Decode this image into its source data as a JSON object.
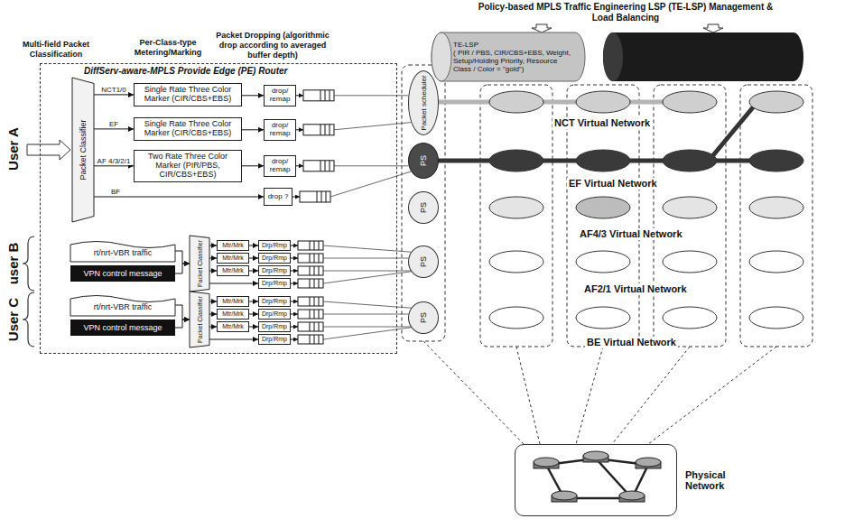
{
  "diagram": {
    "nodes": [
      {
        "text": [
          "DiffServ-aware-MPLS Provide Edge (PE) Router"
        ]
      },
      {
        "text": [
          "Packet Classifier"
        ],
        "in": 0
      },
      {
        "text": [
          "Single Rate Three Color Marker (CIR/CBS+EBS)"
        ],
        "in": 0
      },
      {
        "text": [
          "Single Rate Three Color Marker (CIR/CBS+EBS)"
        ],
        "in": 0
      },
      {
        "text": [
          "Two Rate Three Color Marker (PIR/PBS, CIR/CBS+EBS)"
        ],
        "in": 0
      },
      {
        "text": [
          "drop/ remap"
        ],
        "in": 0
      },
      {
        "text": [
          "drop/ remap"
        ],
        "in": 0
      },
      {
        "text": [
          "drop/ remap"
        ],
        "in": 0
      },
      {
        "text": [
          "drop ?"
        ],
        "in": 0
      },
      {
        "text": [
          "rt/nrt-VBR traffic"
        ],
        "in": 0
      },
      {
        "text": [
          "VPN control message"
        ],
        "in": 0
      },
      {
        "text": [
          "Packet Classifier"
        ],
        "in": 0
      },
      {
        "text": [
          "Mtr/Mrk"
        ],
        "in": 0
      },
      {
        "text": [
          "Mtr/Mrk"
        ],
        "in": 0
      },
      {
        "text": [
          "Mtr/Mrk"
        ],
        "in": 0
      },
      {
        "text": [
          "Drp/Rmp"
        ],
        "in": 0
      },
      {
        "text": [
          "Drp/Rmp"
        ],
        "in": 0
      },
      {
        "text": [
          "Drp/Rmp"
        ],
        "in": 0
      },
      {
        "text": [
          "Drp/Rmp"
        ],
        "in": 0
      },
      {
        "text": [
          "rt/nrt-VBR traffic"
        ],
        "in": 0
      },
      {
        "text": [
          "VPN control message"
        ],
        "in": 0
      },
      {
        "text": [
          "Packet Classifier"
        ],
        "in": 0
      },
      {
        "text": [
          "Mtr/Mrk"
        ],
        "in": 0
      },
      {
        "text": [
          "Mtr/Mrk"
        ],
        "in": 0
      },
      {
        "text": [
          "Mtr/Mrk"
        ],
        "in": 0
      },
      {
        "text": [
          "Drp/Rmp"
        ],
        "in": 0
      },
      {
        "text": [
          "Drp/Rmp"
        ],
        "in": 0
      },
      {
        "text": [
          "Drp/Rmp"
        ],
        "in": 0
      },
      {
        "text": [
          "Drp/Rmp"
        ],
        "in": 0
      },
      {
        "text": [
          "Packet scheduler"
        ]
      },
      {
        "text": [
          "PS"
        ]
      },
      {
        "text": [
          "PS"
        ]
      },
      {
        "text": [
          "PS"
        ]
      },
      {
        "text": [
          "PS"
        ]
      },
      {
        "text": [
          "TE-LSP",
          "( PIR / PBS, CIR/CBS+EBS, Weight, Setup/Holding Priority, Resource Class / Color = \"gold\")"
        ]
      },
      {
        "text": [
          "Physical Network"
        ]
      }
    ],
    "edges": [
      {
        "from": 1,
        "to": 2,
        "arrow": "to",
        "label": "NCT1/0"
      },
      {
        "from": 1,
        "to": 3,
        "arrow": "to",
        "label": "EF"
      },
      {
        "from": 1,
        "to": 4,
        "arrow": "to",
        "label": "AF 4/3/2/1"
      },
      {
        "from": 1,
        "to": 8,
        "arrow": "to",
        "label": "BF"
      },
      {
        "from": 2,
        "to": 5,
        "arrow": "to"
      },
      {
        "from": 3,
        "to": 6,
        "arrow": "to"
      },
      {
        "from": 4,
        "to": 7,
        "arrow": "to"
      },
      {
        "from": 9,
        "to": 11,
        "arrow": "to"
      },
      {
        "from": 10,
        "to": 11,
        "arrow": "to"
      },
      {
        "from": 11,
        "to": 12,
        "arrow": "to"
      },
      {
        "from": 11,
        "to": 13,
        "arrow": "to"
      },
      {
        "from": 11,
        "to": 14,
        "arrow": "to"
      },
      {
        "from": 11,
        "to": 18,
        "arrow": "to"
      },
      {
        "from": 12,
        "to": 15,
        "arrow": "to"
      },
      {
        "from": 13,
        "to": 16,
        "arrow": "to"
      },
      {
        "from": 14,
        "to": 17,
        "arrow": "to"
      },
      {
        "from": 19,
        "to": 21,
        "arrow": "to"
      },
      {
        "from": 20,
        "to": 21,
        "arrow": "to"
      },
      {
        "from": 21,
        "to": 22,
        "arrow": "to"
      },
      {
        "from": 21,
        "to": 23,
        "arrow": "to"
      },
      {
        "from": 21,
        "to": 24,
        "arrow": "to"
      },
      {
        "from": 21,
        "to": 28,
        "arrow": "to"
      },
      {
        "from": 22,
        "to": 25,
        "arrow": "to"
      },
      {
        "from": 23,
        "to": 26,
        "arrow": "to"
      },
      {
        "from": 24,
        "to": 27,
        "arrow": "to"
      }
    ],
    "labels": [
      "Multi-field Packet Classification",
      "Per-Class-type Metering/Marking",
      "Packet Dropping (algorithmic drop according to averaged buffer depth)",
      "Policy-based MPLS Traffic Engineering LSP (TE-LSP) Management & Load Balancing",
      "User A",
      "user B",
      "User C",
      "NCT Virtual Network",
      "EF Virtual Network",
      "AF4/3 Virtual Network",
      "AF2/1 Virtual Network",
      "BE Virtual Network"
    ]
  }
}
